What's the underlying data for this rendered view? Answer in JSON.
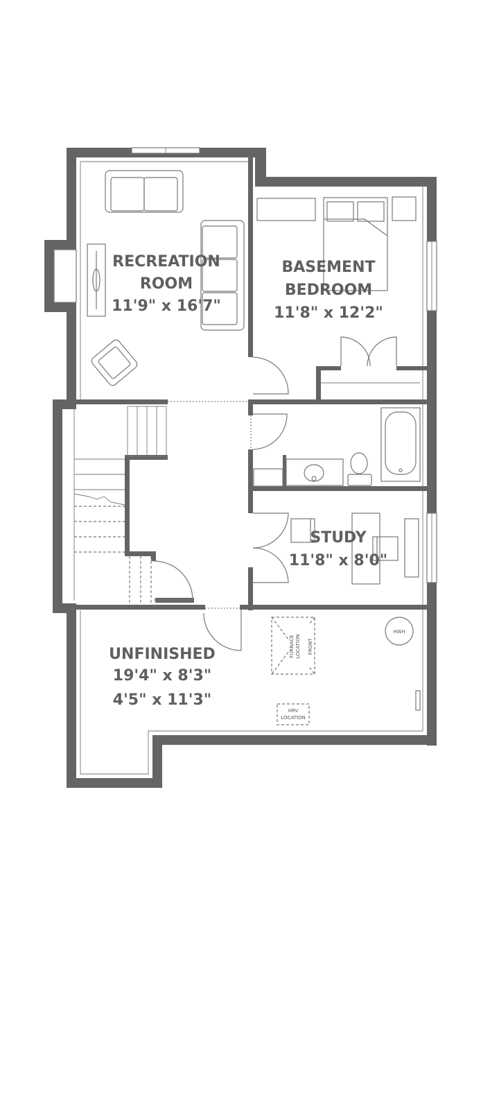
{
  "rooms": {
    "recreation": {
      "line1": "RECREATION",
      "line2": "ROOM",
      "dims": "11'9\" x 16'7\""
    },
    "bedroom": {
      "line1": "BASEMENT",
      "line2": "BEDROOM",
      "dims": "11'8\" x 12'2\""
    },
    "study": {
      "line1": "STUDY",
      "dims": "11'8\" x 8'0\""
    },
    "unfinished": {
      "line1": "UNFINISHED",
      "dims1": "19'4\" x 8'3\"",
      "dims2": "4'5\" x 11'3\""
    }
  },
  "fixtures": {
    "hwh": "HWH",
    "furnace_1": "FURNACE",
    "furnace_2": "LOCATION",
    "furnace_front": "FRONT",
    "hrv_1": "HRV",
    "hrv_2": "LOCATION"
  },
  "colors": {
    "wall": "#646464",
    "label": "#5f5f5f",
    "fixture": "#777777"
  }
}
